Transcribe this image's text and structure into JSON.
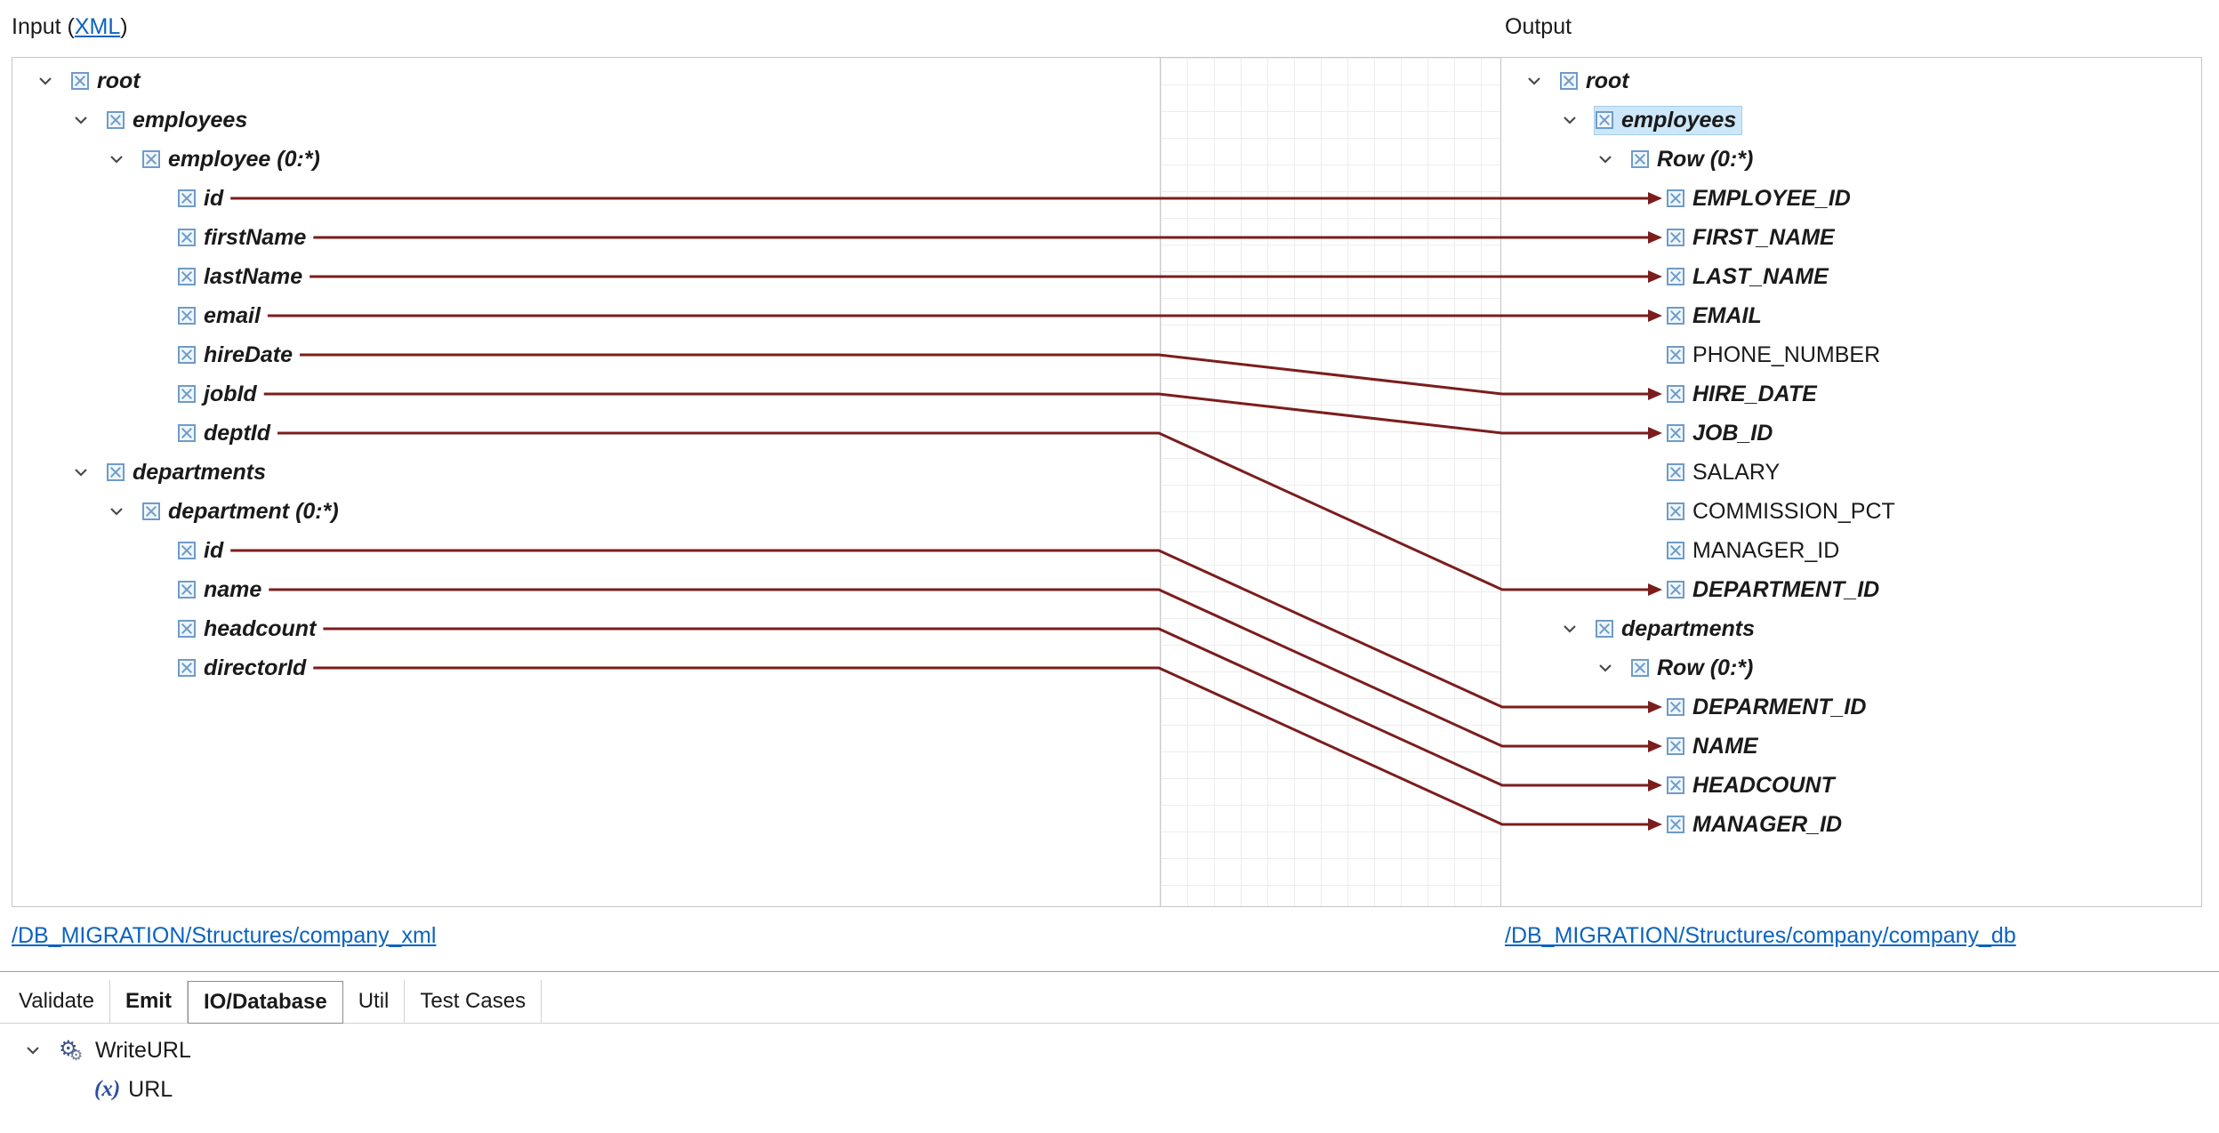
{
  "header": {
    "input_prefix": "Input (",
    "input_link_text": "XML",
    "input_suffix": ")",
    "output_label": "Output"
  },
  "input_tree": {
    "source_link": "/DB_MIGRATION/Structures/company_xml",
    "items": [
      {
        "key": "in-root",
        "label": "root",
        "depth": 0,
        "chevron": true,
        "emphasis": true
      },
      {
        "key": "in-employees",
        "label": "employees",
        "depth": 1,
        "chevron": true,
        "emphasis": true
      },
      {
        "key": "in-employee",
        "label": "employee (0:*)",
        "depth": 2,
        "chevron": true,
        "emphasis": true
      },
      {
        "key": "in-id",
        "label": "id",
        "depth": 3,
        "chevron": false,
        "emphasis": true
      },
      {
        "key": "in-firstName",
        "label": "firstName",
        "depth": 3,
        "chevron": false,
        "emphasis": true
      },
      {
        "key": "in-lastName",
        "label": "lastName",
        "depth": 3,
        "chevron": false,
        "emphasis": true
      },
      {
        "key": "in-email",
        "label": "email",
        "depth": 3,
        "chevron": false,
        "emphasis": true
      },
      {
        "key": "in-hireDate",
        "label": "hireDate",
        "depth": 3,
        "chevron": false,
        "emphasis": true
      },
      {
        "key": "in-jobId",
        "label": "jobId",
        "depth": 3,
        "chevron": false,
        "emphasis": true
      },
      {
        "key": "in-deptId",
        "label": "deptId",
        "depth": 3,
        "chevron": false,
        "emphasis": true
      },
      {
        "key": "in-departments",
        "label": "departments",
        "depth": 1,
        "chevron": true,
        "emphasis": true
      },
      {
        "key": "in-department",
        "label": "department (0:*)",
        "depth": 2,
        "chevron": true,
        "emphasis": true
      },
      {
        "key": "in-dept-id",
        "label": "id",
        "depth": 3,
        "chevron": false,
        "emphasis": true
      },
      {
        "key": "in-dept-name",
        "label": "name",
        "depth": 3,
        "chevron": false,
        "emphasis": true
      },
      {
        "key": "in-dept-headcount",
        "label": "headcount",
        "depth": 3,
        "chevron": false,
        "emphasis": true
      },
      {
        "key": "in-dept-directorId",
        "label": "directorId",
        "depth": 3,
        "chevron": false,
        "emphasis": true
      }
    ]
  },
  "output_tree": {
    "source_link": "/DB_MIGRATION/Structures/company/company_db",
    "items": [
      {
        "key": "out-root",
        "label": "root",
        "depth": 0,
        "chevron": true,
        "emphasis": true
      },
      {
        "key": "out-employees",
        "label": "employees",
        "depth": 1,
        "chevron": true,
        "emphasis": true,
        "selected": true
      },
      {
        "key": "out-emp-row",
        "label": "Row (0:*)",
        "depth": 2,
        "chevron": true,
        "emphasis": true
      },
      {
        "key": "out-EMPLOYEE_ID",
        "label": "EMPLOYEE_ID",
        "depth": 3,
        "chevron": false,
        "emphasis": true
      },
      {
        "key": "out-FIRST_NAME",
        "label": "FIRST_NAME",
        "depth": 3,
        "chevron": false,
        "emphasis": true
      },
      {
        "key": "out-LAST_NAME",
        "label": "LAST_NAME",
        "depth": 3,
        "chevron": false,
        "emphasis": true
      },
      {
        "key": "out-EMAIL",
        "label": "EMAIL",
        "depth": 3,
        "chevron": false,
        "emphasis": true
      },
      {
        "key": "out-PHONE_NUMBER",
        "label": "PHONE_NUMBER",
        "depth": 3,
        "chevron": false,
        "emphasis": false
      },
      {
        "key": "out-HIRE_DATE",
        "label": "HIRE_DATE",
        "depth": 3,
        "chevron": false,
        "emphasis": true
      },
      {
        "key": "out-JOB_ID",
        "label": "JOB_ID",
        "depth": 3,
        "chevron": false,
        "emphasis": true
      },
      {
        "key": "out-SALARY",
        "label": "SALARY",
        "depth": 3,
        "chevron": false,
        "emphasis": false
      },
      {
        "key": "out-COMMISSION_PCT",
        "label": "COMMISSION_PCT",
        "depth": 3,
        "chevron": false,
        "emphasis": false
      },
      {
        "key": "out-MANAGER_ID",
        "label": "MANAGER_ID",
        "depth": 3,
        "chevron": false,
        "emphasis": false
      },
      {
        "key": "out-DEPARTMENT_ID",
        "label": "DEPARTMENT_ID",
        "depth": 3,
        "chevron": false,
        "emphasis": true
      },
      {
        "key": "out-departments",
        "label": "departments",
        "depth": 1,
        "chevron": true,
        "emphasis": true
      },
      {
        "key": "out-dept-row",
        "label": "Row (0:*)",
        "depth": 2,
        "chevron": true,
        "emphasis": true
      },
      {
        "key": "out-DEPARMENT_ID",
        "label": "DEPARMENT_ID",
        "depth": 3,
        "chevron": false,
        "emphasis": true
      },
      {
        "key": "out-NAME",
        "label": "NAME",
        "depth": 3,
        "chevron": false,
        "emphasis": true
      },
      {
        "key": "out-HEADCOUNT",
        "label": "HEADCOUNT",
        "depth": 3,
        "chevron": false,
        "emphasis": true
      },
      {
        "key": "out-MANAGER_ID2",
        "label": "MANAGER_ID",
        "depth": 3,
        "chevron": false,
        "emphasis": true
      }
    ]
  },
  "connections": {
    "color": "#7b1d1d",
    "pairs": [
      {
        "from": "in-id",
        "to": "out-EMPLOYEE_ID"
      },
      {
        "from": "in-firstName",
        "to": "out-FIRST_NAME"
      },
      {
        "from": "in-lastName",
        "to": "out-LAST_NAME"
      },
      {
        "from": "in-email",
        "to": "out-EMAIL"
      },
      {
        "from": "in-hireDate",
        "to": "out-HIRE_DATE"
      },
      {
        "from": "in-jobId",
        "to": "out-JOB_ID"
      },
      {
        "from": "in-deptId",
        "to": "out-DEPARTMENT_ID"
      },
      {
        "from": "in-dept-id",
        "to": "out-DEPARMENT_ID"
      },
      {
        "from": "in-dept-name",
        "to": "out-NAME"
      },
      {
        "from": "in-dept-headcount",
        "to": "out-HEADCOUNT"
      },
      {
        "from": "in-dept-directorId",
        "to": "out-MANAGER_ID2"
      }
    ]
  },
  "tabs": [
    {
      "label": "Validate",
      "bold": false,
      "selected": false
    },
    {
      "label": "Emit",
      "bold": true,
      "selected": false
    },
    {
      "label": "IO/Database",
      "bold": true,
      "selected": true
    },
    {
      "label": "Util",
      "bold": false,
      "selected": false
    },
    {
      "label": "Test Cases",
      "bold": false,
      "selected": false
    }
  ],
  "bottom_tree": {
    "items": [
      {
        "key": "fn-writeurl",
        "label": "WriteURL",
        "depth": 0,
        "chevron": true,
        "icon": "gears"
      },
      {
        "key": "fn-url",
        "label": "URL",
        "depth": 1,
        "chevron": false,
        "icon": "variable"
      }
    ]
  },
  "icons": {
    "gear_glyph": "⚙",
    "variable_glyph": "(x)"
  }
}
